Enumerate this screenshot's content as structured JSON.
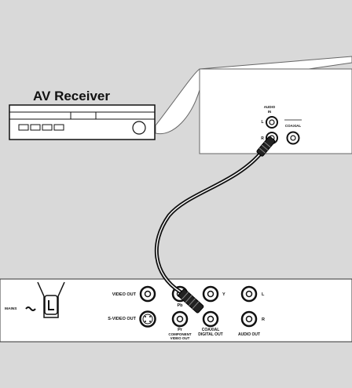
{
  "receiver": {
    "title": "AV Receiver",
    "audio_in_line1": "AUDIO",
    "audio_in_line2": "IN",
    "left_label": "L",
    "right_label": "R",
    "coaxial_label": "COAXIAL"
  },
  "player": {
    "mains_label": "MAINS",
    "video_out_label": "VIDEO OUT",
    "svideo_out_label": "S-VIDEO OUT",
    "y_label": "Y",
    "pb_label": "Pb",
    "pr_label": "Pr",
    "component_line1": "COMPONENT",
    "component_line2": "VIDEO OUT",
    "coaxial_line1": "COAXIAL",
    "coaxial_line2": "DIGITAL OUT",
    "audio_l_label": "L",
    "audio_r_label": "R",
    "audio_out_label": "AUDIO OUT"
  },
  "colors": {
    "background": "#d9d9d9",
    "panel": "#ffffff",
    "line": "#111111"
  }
}
